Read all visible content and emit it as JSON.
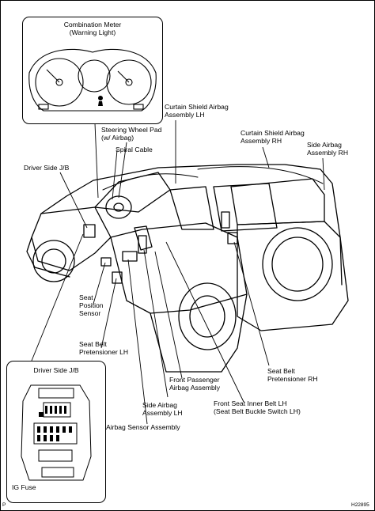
{
  "insets": {
    "combination_meter": "Combination Meter\n(Warning Light)",
    "driver_side_jb": "Driver Side J/B",
    "ig_fuse": "IG Fuse"
  },
  "labels": {
    "curtain_shield_lh": "Curtain Shield Airbag\nAssembly LH",
    "curtain_shield_rh": "Curtain Shield Airbag\nAssembly RH",
    "steering_wheel_pad": "Steering Wheel Pad\n(w/ Airbag)",
    "side_airbag_rh": "Side Airbag\nAssembly RH",
    "spiral_cable": "Spiral Cable",
    "driver_side_jb": "Driver Side J/B",
    "seat_position_sensor": "Seat\nPosition\nSensor",
    "seat_belt_pretensioner_lh": "Seat Belt\nPretensioner LH",
    "seat_belt_pretensioner_rh": "Seat Belt\nPretensioner RH",
    "front_passenger_airbag": "Front Passenger\nAirbag Assembly",
    "side_airbag_lh": "Side Airbag\nAssembly LH",
    "front_seat_inner_belt": "Front Seat Inner Belt LH\n(Seat Belt Buckle Switch LH)",
    "airbag_sensor_assembly": "Airbag Sensor Assembly"
  },
  "corner_marks": {
    "left": "P",
    "code": "H22895"
  }
}
